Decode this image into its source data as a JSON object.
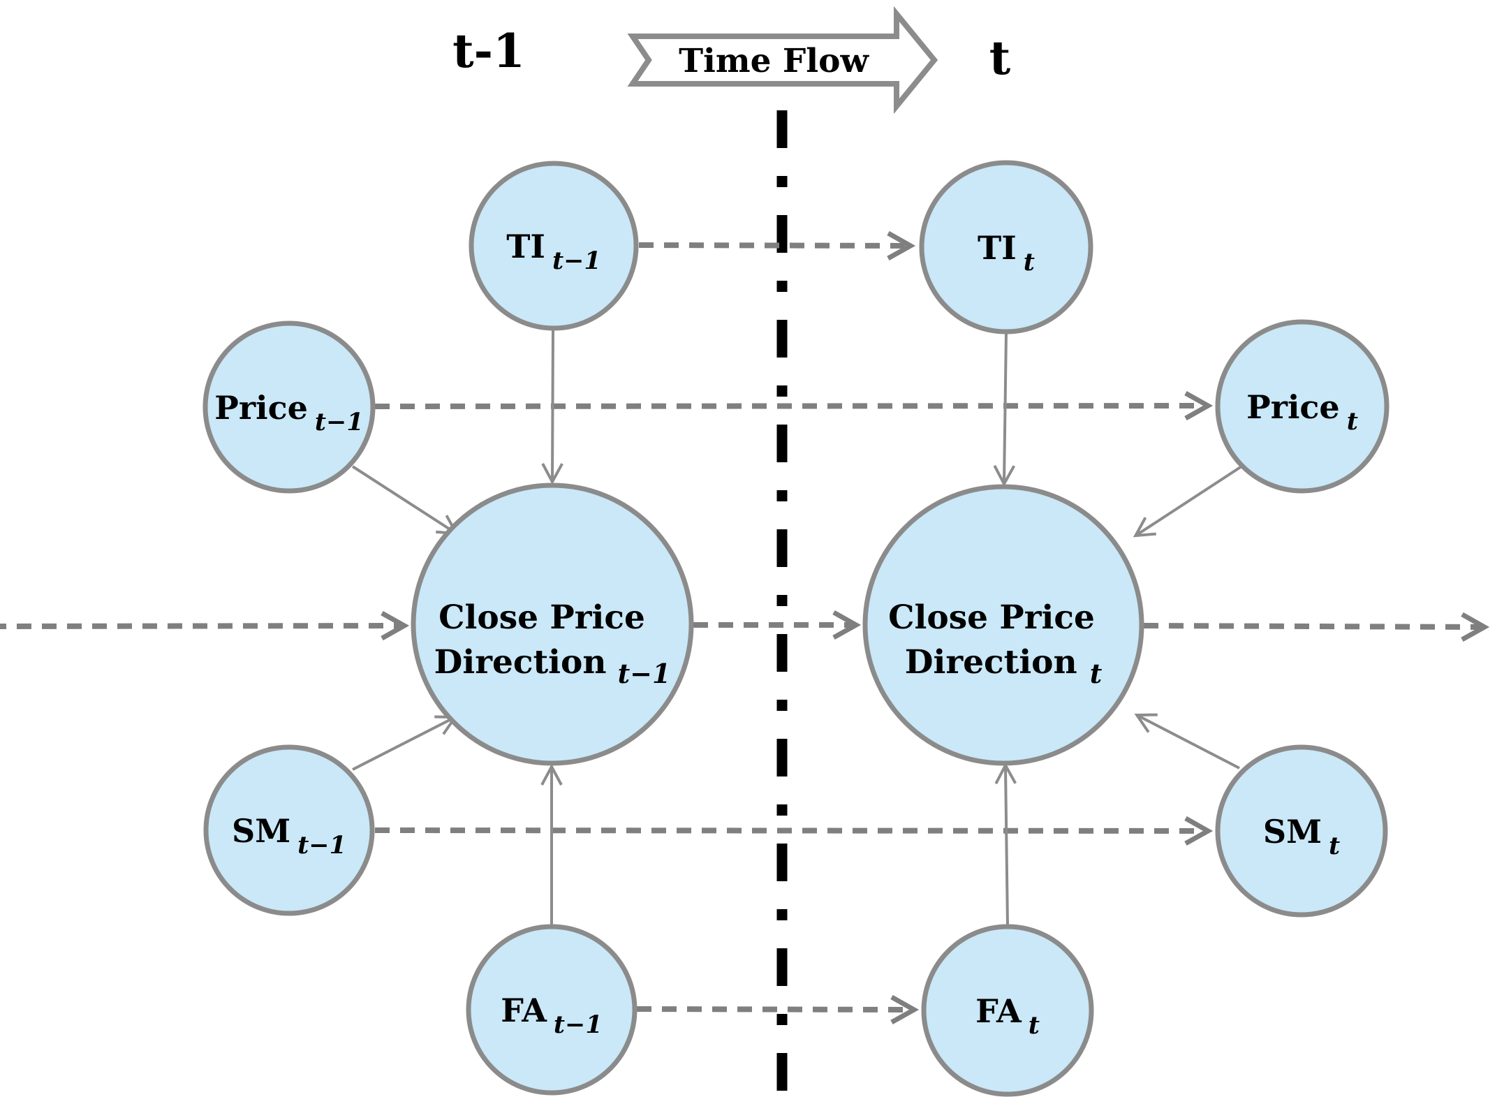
{
  "header": {
    "left_time_label": "t-1",
    "banner_label": "Time Flow",
    "right_time_label": "t"
  },
  "nodes": {
    "ti_prev": {
      "label": "TI",
      "subscript": "t−1"
    },
    "price_prev": {
      "label": "Price",
      "subscript": "t−1"
    },
    "cpd_prev": {
      "line1": "Close Price",
      "line2": "Direction",
      "subscript": "t−1"
    },
    "sm_prev": {
      "label": "SM",
      "subscript": "t−1"
    },
    "fa_prev": {
      "label": "FA",
      "subscript": "t−1"
    },
    "ti_cur": {
      "label": "TI",
      "subscript": "t"
    },
    "price_cur": {
      "label": "Price",
      "subscript": "t"
    },
    "cpd_cur": {
      "line1": "Close Price",
      "line2": "Direction",
      "subscript": "t"
    },
    "sm_cur": {
      "label": "SM",
      "subscript": "t"
    },
    "fa_cur": {
      "label": "FA",
      "subscript": "t"
    }
  },
  "colors": {
    "node_fill": "#cae8f7",
    "node_border": "#8b8b8b",
    "solid_arrow": "#8c8c8c",
    "dashed_arrow": "#7f7f7f",
    "divider": "#000000",
    "banner_fill": "#ffffff",
    "banner_border": "#8c8c8c",
    "text": "#000000"
  }
}
